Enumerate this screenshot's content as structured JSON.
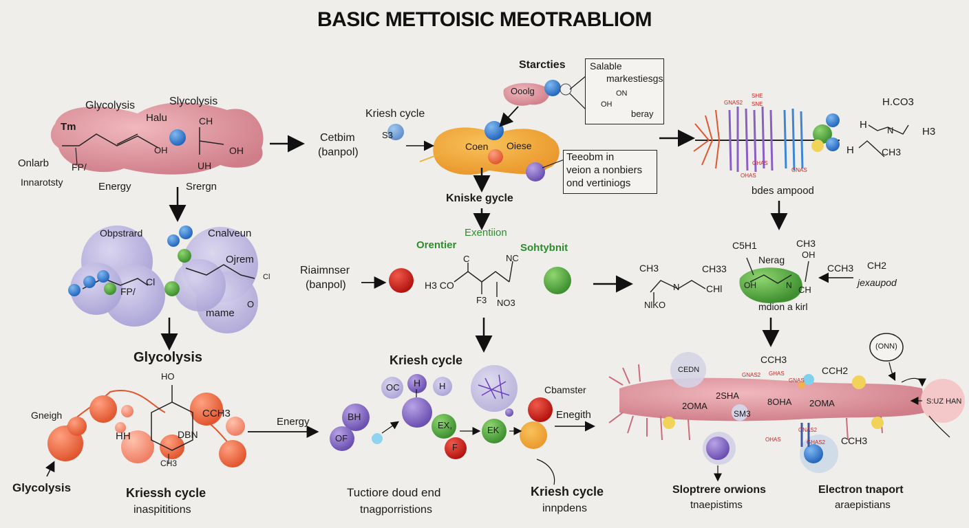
{
  "title": "BASIC METTOISIC MEOTRABLIOM",
  "panel_glycolysis_top": {
    "glycolysis": "Glycolysis",
    "slycolysis": "Slycolysis",
    "halu": "Halu",
    "tm": "Tm",
    "ch": "CH",
    "oh_left": "OH",
    "oh_right": "OH",
    "uh": "UH",
    "onlarb": "Onlarb",
    "fp": "FP/",
    "innarotsty": "Innarotsty",
    "energy": "Energy",
    "srergn": "Srergn"
  },
  "panel_mid_left": {
    "obpstrard": "Obpstrard",
    "cnalveun": "Cnalveun",
    "ojrem": "Ojrem",
    "cl": "Cl",
    "fp": "FP/",
    "cl_right": "Cl",
    "o": "O",
    "mame": "mame"
  },
  "panel_bottom_left": {
    "glycolysis_heading": "Glycolysis",
    "ho": "HO",
    "gneigh": "Gneigh",
    "hh": "HH",
    "dbn": "DBN",
    "cch3": "CCH3",
    "ch3": "CH3",
    "glycolysis_caption": "Glycolysis",
    "kriessh_cycle": "Kriessh cycle",
    "inaspitritions": "inaspititions"
  },
  "panel_top_center": {
    "cetbim": "Cetbim",
    "banpol": "(banpol)",
    "kriesh_cycle": "Kriesh cycle",
    "s3": "S3",
    "coen": "Coen",
    "oiese": "Oiese",
    "starcties": "Starcties",
    "ooolg": "Ooolg",
    "salable_box": [
      "Salable",
      "markestiesgs",
      "ON",
      "OH",
      "beray"
    ],
    "teeobm_box": [
      "Teeobm in",
      "veion a nonbiers",
      "ond vertiniogs"
    ],
    "kniske_gycle": "Kniske gycle"
  },
  "panel_mid_center": {
    "exentiion": "Exentiion",
    "orentier": "Orentier",
    "sohtybnit": "Sohtybnit",
    "riaimnser": "Riaimnser",
    "banpol": "(banpol)",
    "c": "C",
    "nc": "NC",
    "h3co": "H3 CO",
    "f3": "F3",
    "no3": "NO3"
  },
  "panel_bottom_center": {
    "kriesh_cycle": "Kriesh cycle",
    "oc": "OC",
    "h1": "H",
    "h2": "H",
    "energy": "Energy",
    "bh": "BH",
    "of": "OF",
    "ex1": "EX,",
    "ex2": "EK",
    "f": "F",
    "cbamster": "Cbamster",
    "enegith": "Enegith",
    "tuctiore": "Tuctiore doud end",
    "tnagporristions": "tnagporristions",
    "kriesh_cycle_caption": "Kriesh cycle",
    "innpdens": "innpdens"
  },
  "panel_top_right": {
    "hco3": "H.CO3",
    "h_left": "H",
    "n": "N",
    "h3": "H3",
    "h_bottom": "H",
    "ch3": "CH3",
    "bdes_ampood": "bdes ampood",
    "small_red": [
      "SHE",
      "GNAS2",
      "SNE",
      "GHAS",
      "GNAS",
      "OHAS"
    ]
  },
  "panel_mid_right": {
    "ch3": "CH3",
    "nlko": "NlKO",
    "n": "N",
    "ch33": "CH33",
    "chl": "CHl",
    "c5h1": "C5H1",
    "nerag": "Nerag",
    "oh_top": "OH",
    "ch3_top": "CH3",
    "oh": "OH",
    "n2": "N",
    "ch": "CH",
    "cch3": "CCH3",
    "ch2": "CH2",
    "jexaupod": "jexaupod",
    "mdion": "mdion a kirl"
  },
  "panel_bottom_right": {
    "cch3": "CCH3",
    "cch2": "CCH2",
    "conn": "(ONN)",
    "cedn": "CEDN",
    "zona1": "2OMA",
    "zsha": "2SHA",
    "bona": "8OHA",
    "zona2": "2OMA",
    "sm": "SM3",
    "suz": "S:UZ HAN",
    "cch3_b": "CCH3",
    "small_red": [
      "GNAS2",
      "GHAS",
      "GNAS",
      "OHAS",
      "GNAS2",
      "GHAS2"
    ],
    "sloptrere": "Sloptrere orwions",
    "tnaepistims": "tnaepistims",
    "electron": "Electron tnaport",
    "araepistians": "araepistians"
  },
  "colors": {
    "background": "#efeeea",
    "pink_blob": "#d98a94",
    "lavender_blob": "#b9b3dd",
    "orange_blob": "#f0a534",
    "green_blob": "#6cbb4f",
    "red_ball": "#d2201a",
    "green_ball": "#56a844",
    "purple_ball": "#8a6fc4",
    "blue_ball": "#3d86d6",
    "arrow": "#111111"
  }
}
